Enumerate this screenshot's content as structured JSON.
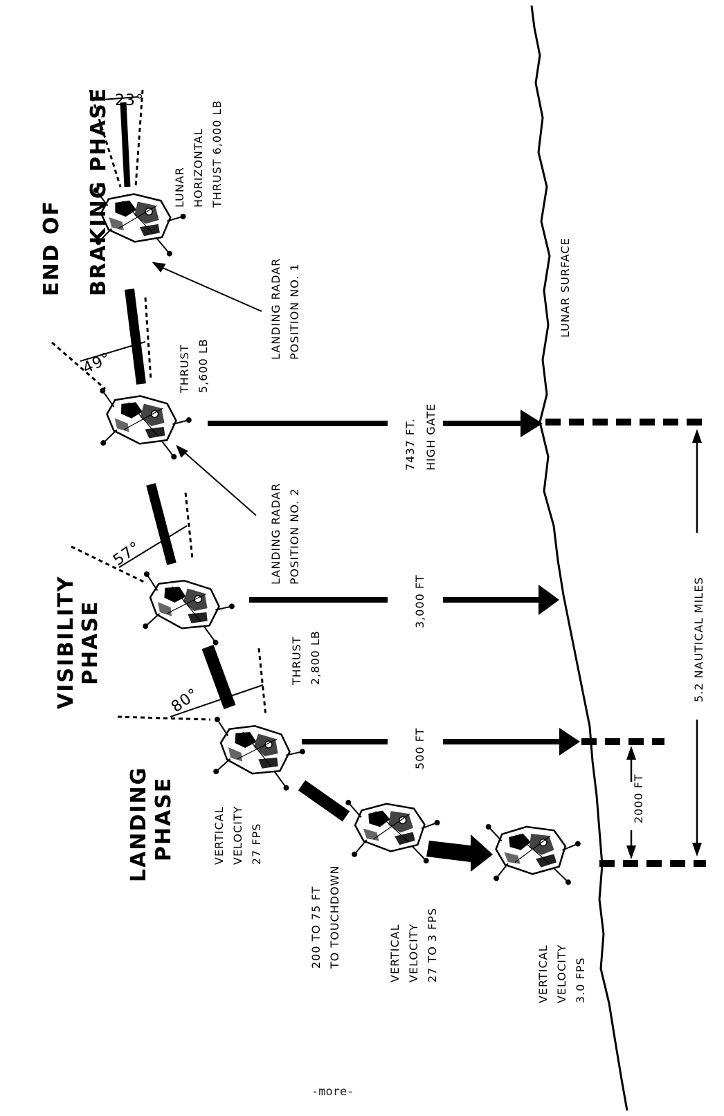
{
  "phases": {
    "braking_line1": "END OF",
    "braking_line2": "BRAKING PHASE",
    "visibility_line1": "VISIBILITY",
    "visibility_line2": "PHASE",
    "landing_line1": "LANDING",
    "landing_line2": "PHASE"
  },
  "angles": {
    "a23": "23°",
    "a49": "49°",
    "a57": "57°",
    "a80": "80°"
  },
  "labels": {
    "lunar_horiz_1": "LUNAR",
    "lunar_horiz_2": "HORIZONTAL",
    "lunar_horiz_3": "THRUST 6,000 LB",
    "radar1_1": "LANDING RADAR",
    "radar1_2": "POSITION NO. 1",
    "thrust5600_1": "THRUST",
    "thrust5600_2": "5,600 LB",
    "radar2_1": "LANDING RADAR",
    "radar2_2": "POSITION NO. 2",
    "thrust2800_1": "THRUST",
    "thrust2800_2": "2,800 LB",
    "vv27_1": "VERTICAL",
    "vv27_2": "VELOCITY",
    "vv27_3": "27 FPS",
    "td_1": "200 TO 75 FT",
    "td_2": "TO TOUCHDOWN",
    "vv273_1": "VERTICAL",
    "vv273_2": "VELOCITY",
    "vv273_3": "27 TO 3 FPS",
    "vv30_1": "VERTICAL",
    "vv30_2": "VELOCITY",
    "vv30_3": "3.0 FPS"
  },
  "altitudes": {
    "hg_1": "7437 FT.",
    "hg_2": "HIGH GATE",
    "alt3000": "3,000 FT",
    "alt500": "500 FT"
  },
  "surface": {
    "label": "LUNAR SURFACE",
    "nautical": "5.2 NAUTICAL MILES",
    "ft2000": "2000 FT"
  },
  "footer": "-more-"
}
